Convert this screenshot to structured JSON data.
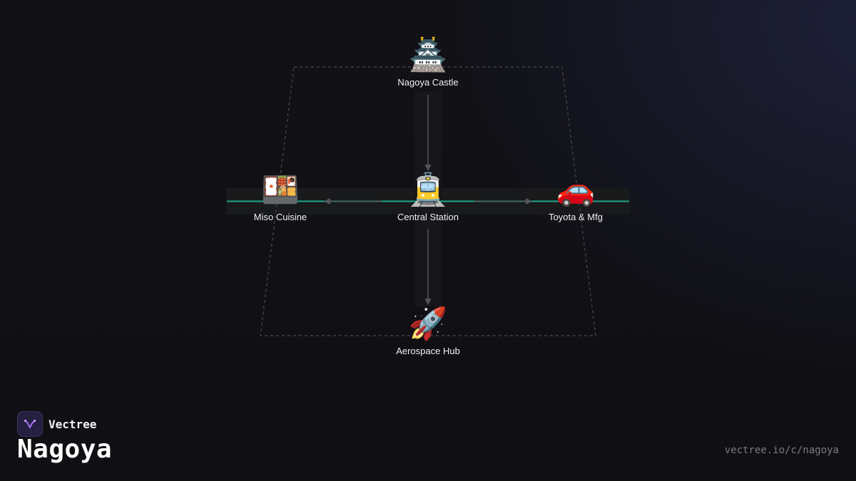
{
  "diagram": {
    "nodes": {
      "top": {
        "emoji": "🏯",
        "label": "Nagoya Castle",
        "icon": "castle-icon"
      },
      "left": {
        "emoji": "🍱",
        "label": "Miso Cuisine",
        "icon": "bento-box-icon"
      },
      "center": {
        "emoji": "🚊",
        "label": "Central Station",
        "icon": "tram-icon"
      },
      "right": {
        "emoji": "🚗",
        "label": "Toyota & Mfg",
        "icon": "car-icon"
      },
      "bottom": {
        "emoji": "🚀",
        "label": "Aerospace Hub",
        "icon": "rocket-icon"
      }
    },
    "colors": {
      "background": "#111116",
      "rail_line": "#1fa88a",
      "arrow": "#55555c",
      "dashed_outline": "#4a4a50"
    }
  },
  "footer": {
    "brand_name": "Vectree",
    "city_title": "Nagoya",
    "url": "vectree.io/c/nagoya"
  }
}
